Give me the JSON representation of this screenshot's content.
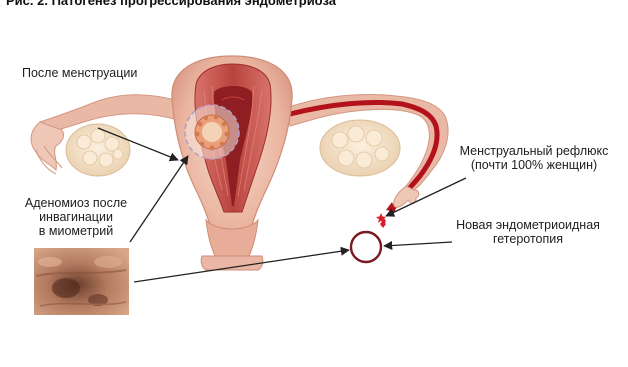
{
  "figure": {
    "title": "Рис. 2. Патогенез прогрессирования эндометриоза"
  },
  "labels": {
    "after_menstruation": "После менструации",
    "adenomyosis": [
      "Аденомиоз после",
      "инвагинации",
      "в миометрий"
    ],
    "reflux": [
      "Менструальный рефлюкс",
      "(почти 100% женщин)"
    ],
    "heterotopia": [
      "Новая эндометриоидная",
      "гетеротопия"
    ]
  },
  "colors": {
    "tissue_light": "#f2c9b8",
    "tissue_mid": "#e3a08a",
    "muscle": "#c9574f",
    "cavity": "#8e1e22",
    "blood": "#b3121b",
    "ovary": "#f6e2c8",
    "circle_outline": "#7a1a22",
    "arrow": "#222222"
  }
}
